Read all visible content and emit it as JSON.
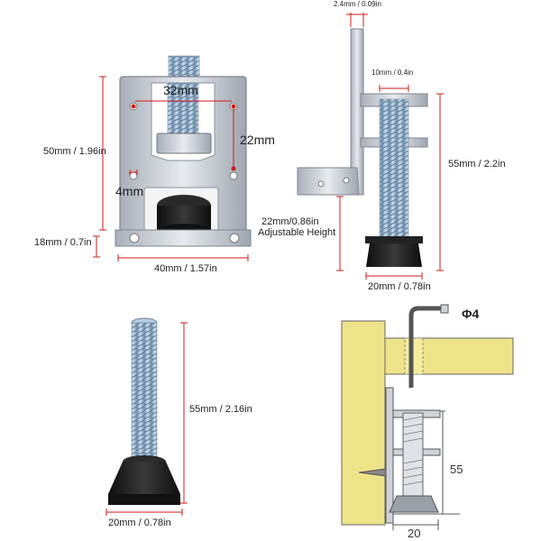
{
  "colors": {
    "dimension_line": "#d11a1a",
    "metal": "#c9ced6",
    "thread": "#8fb4d9",
    "rubber": "#1b1b1b",
    "wood": "#efe38a",
    "drawing_line": "#555555"
  },
  "icons": [
    "bracket-plate-photo",
    "l-bracket-photo",
    "leveling-bolt-photo",
    "installation-diagram"
  ],
  "panel_top_left": {
    "height_label": "50mm / 1.96in",
    "base_height_label": "18mm / 0.7in",
    "width_label": "40mm / 1.57in",
    "hole_spacing_label": "32mm",
    "vertical_spacing_label": "22mm",
    "hole_width_label": "4mm"
  },
  "panel_top_right": {
    "thickness_label": "2.4mm / 0.09in",
    "thread_label": "10mm / 0.4in",
    "height_label": "55mm / 2.2in",
    "adjust_label_line1": "22mm/0.86in",
    "adjust_label_line2": "Adjustable Height",
    "foot_label": "20mm / 0.78in"
  },
  "panel_bottom_left": {
    "height_label": "55mm / 2.16in",
    "foot_label": "20mm / 0.78in"
  },
  "panel_bottom_right": {
    "pin_label": "Φ4",
    "height_label": "55",
    "width_label": "20"
  }
}
